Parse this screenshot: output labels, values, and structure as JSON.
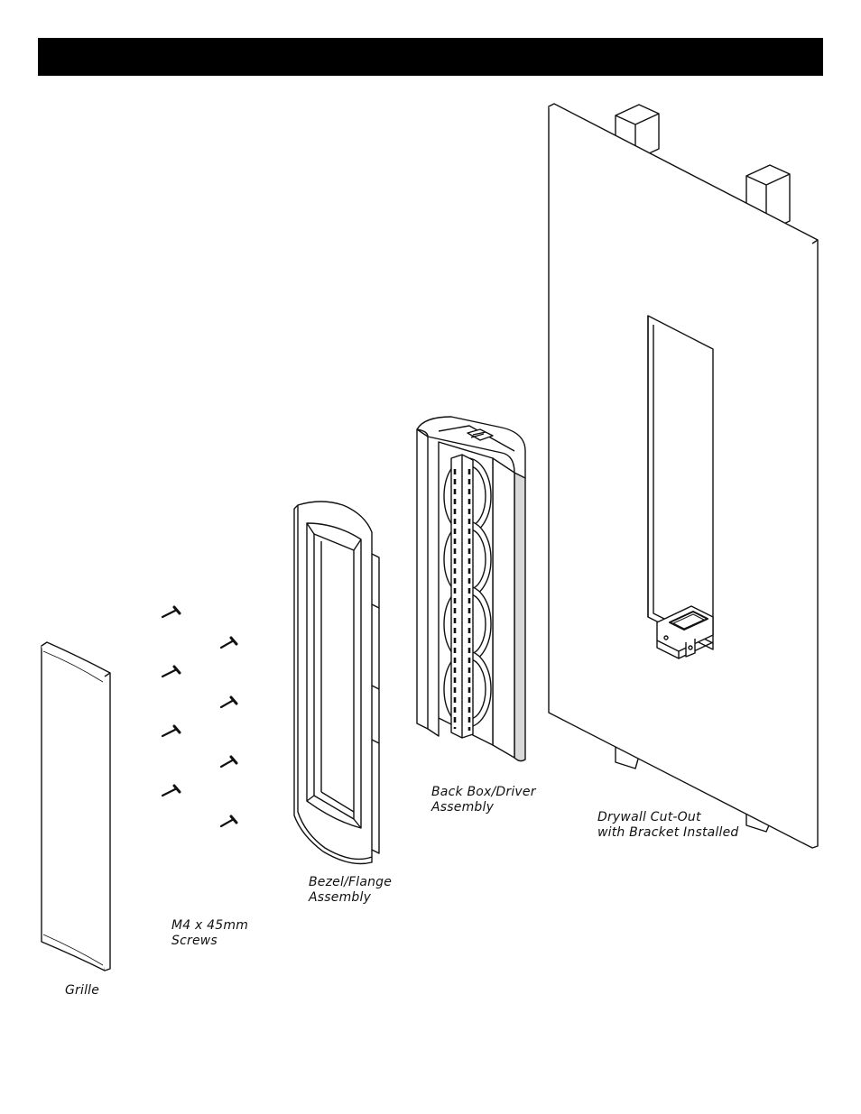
{
  "header": {
    "title": ""
  },
  "labels": {
    "grille": "Grille",
    "screws_line1": "M4 x 45mm",
    "screws_line2": "Screws",
    "bezel_line1": "Bezel/Flange",
    "bezel_line2": "Assembly",
    "backbox_line1": "Back Box/Driver",
    "backbox_line2": "Assembly",
    "drywall_line1": "Drywall Cut-Out",
    "drywall_line2": "with Bracket Installed"
  },
  "colors": {
    "header_bar": "#000000",
    "line": "#111111",
    "face": "#ffffff",
    "shade": "#d9d9d9"
  }
}
